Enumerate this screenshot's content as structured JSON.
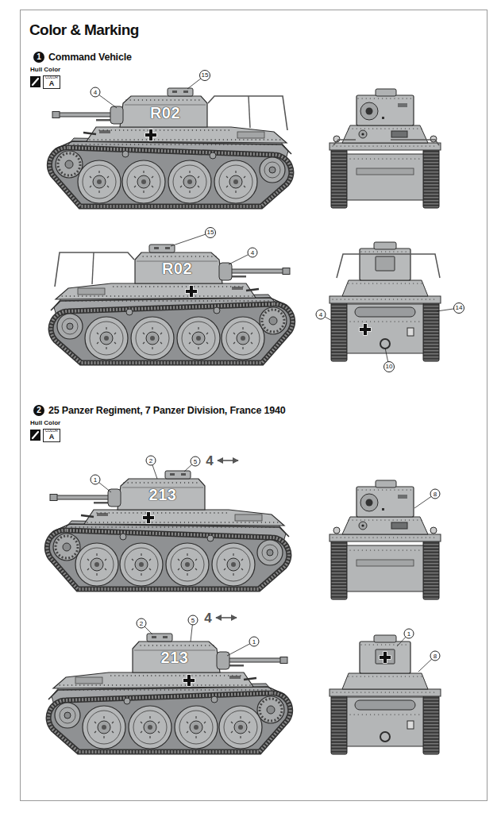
{
  "diagram": {
    "title": "Color & Marking",
    "nodes": [
      {
        "text": [
          "1",
          "Command Vehicle"
        ]
      },
      {
        "text": [
          "COLOR",
          "A"
        ]
      },
      {
        "text": [
          "4"
        ]
      },
      {
        "text": [
          "15"
        ]
      },
      {
        "text": [
          "15"
        ]
      },
      {
        "text": [
          "4"
        ]
      },
      {
        "text": [
          "4"
        ]
      },
      {
        "text": [
          "14"
        ]
      },
      {
        "text": [
          "10"
        ]
      },
      {
        "text": [
          "2",
          "25 Panzer Regiment, 7 Panzer Division, France 1940"
        ]
      },
      {
        "text": [
          "COLOR",
          "A"
        ]
      },
      {
        "text": [
          "1"
        ]
      },
      {
        "text": [
          "2"
        ]
      },
      {
        "text": [
          "5"
        ]
      },
      {
        "text": [
          "8"
        ]
      },
      {
        "text": [
          "2"
        ]
      },
      {
        "text": [
          "5"
        ]
      },
      {
        "text": [
          "1"
        ]
      },
      {
        "text": [
          "1"
        ]
      },
      {
        "text": [
          "8"
        ]
      }
    ],
    "labels": [
      "Hull Color",
      "R02",
      "R02",
      "Hull Color",
      "213",
      "4",
      "213",
      "4"
    ]
  }
}
